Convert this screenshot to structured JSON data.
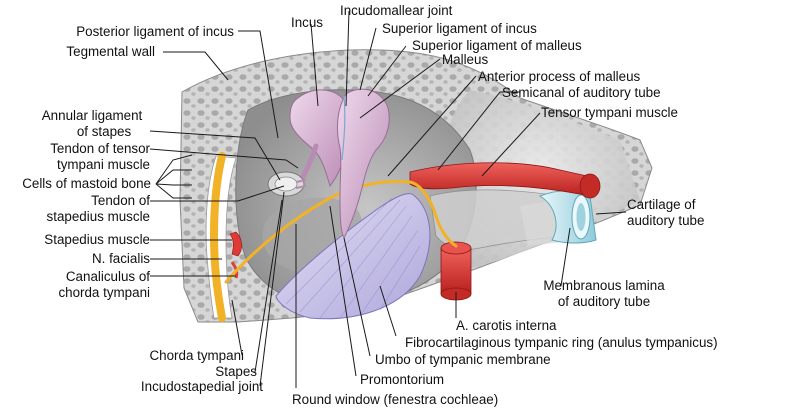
{
  "labels": {
    "posterior_ligament_of_incus": "Posterior ligament of incus",
    "tegmental_wall": "Tegmental wall",
    "annular_ligament_line1": "Annular ligament",
    "annular_ligament_line2": "of stapes",
    "tendon_tensor_line1": "Tendon of tensor",
    "tendon_tensor_line2": "tympani muscle",
    "cells_of_mastoid_bone": "Cells of mastoid bone",
    "tendon_stapedius_line1": "Tendon of",
    "tendon_stapedius_line2": "stapedius muscle",
    "stapedius_muscle": "Stapedius muscle",
    "n_facialis": "N. facialis",
    "canaliculus_line1": "Canaliculus of",
    "canaliculus_line2": "chorda tympani",
    "chorda_tympani": "Chorda tympani",
    "stapes": "Stapes",
    "incudostapedial_joint": "Incudostapedial joint",
    "round_window": "Round window (fenestra cochleae)",
    "promontorium": "Promontorium",
    "umbo": "Umbo of tympanic membrane",
    "fibrocartilaginous_ring": "Fibrocartilaginous tympanic ring (anulus tympanicus)",
    "a_carotis_interna": "A. carotis interna",
    "membranous_lamina_line1": "Membranous lamina",
    "membranous_lamina_line2": "of auditory tube",
    "cartilage_line1": "Cartilage of",
    "cartilage_line2": "auditory tube",
    "tensor_tympani_muscle": "Tensor tympani muscle",
    "semicanal": "Semicanal of auditory tube",
    "anterior_process": "Anterior process of malleus",
    "malleus": "Malleus",
    "superior_ligament_malleus": "Superior ligament of malleus",
    "superior_ligament_incus": "Superior ligament of incus",
    "incudomallear_joint": "Incudomallear joint",
    "incus": "Incus"
  },
  "colors": {
    "bone": "#d9d9d9",
    "bone_cells": "#bdbdbd",
    "ossicle": "#d9b8d4",
    "membrane": "#c9c4e6",
    "muscle": "#e03a36",
    "nerve": "#f2b228",
    "cartilage": "#bfe3ec",
    "leader": "#1a1a1a"
  }
}
